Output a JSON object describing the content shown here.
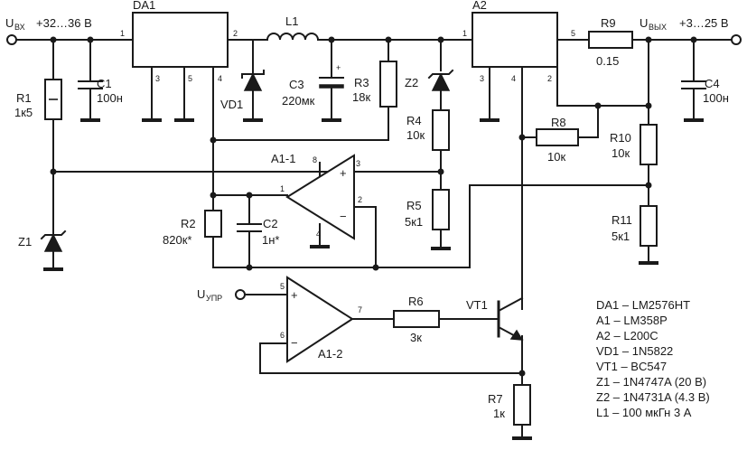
{
  "labels": {
    "u_in": "U",
    "u_in_sub": "ВХ",
    "u_in_range": "+32…36 В",
    "u_out": "U",
    "u_out_sub": "ВЫХ",
    "u_out_range": "+3…25 В",
    "u_ctrl": "U",
    "u_ctrl_sub": "УПР"
  },
  "components": {
    "da1": "DA1",
    "a2": "A2",
    "l1": "L1",
    "c1": "C1",
    "c1_val": "100н",
    "r1": "R1",
    "r1_val": "1к5",
    "vd1": "VD1",
    "c3": "C3",
    "c3_val": "220мк",
    "r3": "R3",
    "r3_val": "18к",
    "z2": "Z2",
    "r4": "R4",
    "r4_val": "10к",
    "r5": "R5",
    "r5_val": "5к1",
    "r9": "R9",
    "r9_val": "0.15",
    "c4": "C4",
    "c4_val": "100н",
    "r8": "R8",
    "r8_val": "10к",
    "r10": "R10",
    "r10_val": "10к",
    "r11": "R11",
    "r11_val": "5к1",
    "z1": "Z1",
    "r2": "R2",
    "r2_val": "820к*",
    "c2": "C2",
    "c2_val": "1н*",
    "a1_1": "A1-1",
    "a1_2": "A1-2",
    "r6": "R6",
    "r6_val": "3к",
    "vt1": "VT1",
    "r7": "R7",
    "r7_val": "1к"
  },
  "pins": {
    "da1_1": "1",
    "da1_2": "2",
    "da1_3": "3",
    "da1_4": "4",
    "da1_5": "5",
    "a2_1": "1",
    "a2_2": "2",
    "a2_3": "3",
    "a2_4": "4",
    "a2_5": "5",
    "a11_1": "1",
    "a11_2": "2",
    "a11_3": "3",
    "a11_4": "4",
    "a11_8": "8",
    "a12_5": "5",
    "a12_6": "6",
    "a12_7": "7",
    "plus": "+",
    "minus": "−",
    "c3_plus": "+"
  },
  "parts_list": [
    "DA1 – LM2576HT",
    "A1 – LM358P",
    "A2 – L200C",
    "VD1 – 1N5822",
    "VT1 – BC547",
    "Z1 – 1N4747A (20 В)",
    "Z2 – 1N4731A (4.3 В)",
    "L1 – 100 мкГн 3 А"
  ]
}
